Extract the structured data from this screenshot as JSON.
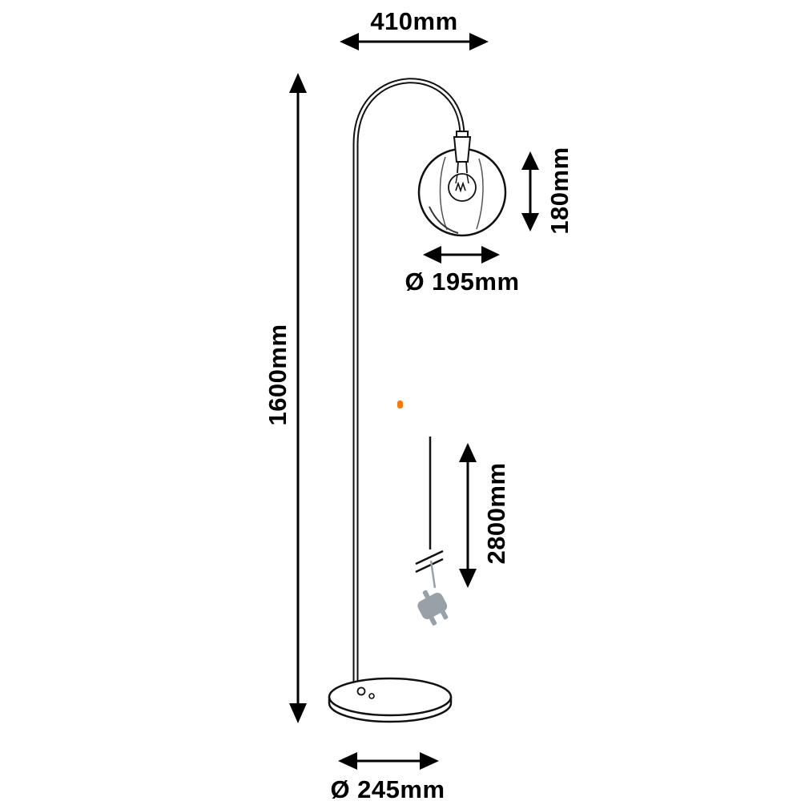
{
  "diagram": {
    "kind": "product-dimension-diagram",
    "labels": {
      "arm_reach": "410mm",
      "total_height": "1600mm",
      "shade_height": "180mm",
      "shade_diameter": "Ø 195mm",
      "cable_length": "2800mm",
      "base_diameter": "Ø 245mm"
    },
    "colors": {
      "line": "#111111",
      "plug_gray": "#98a0a8",
      "accent_dot": "#ff7a00",
      "background": "#ffffff"
    }
  }
}
